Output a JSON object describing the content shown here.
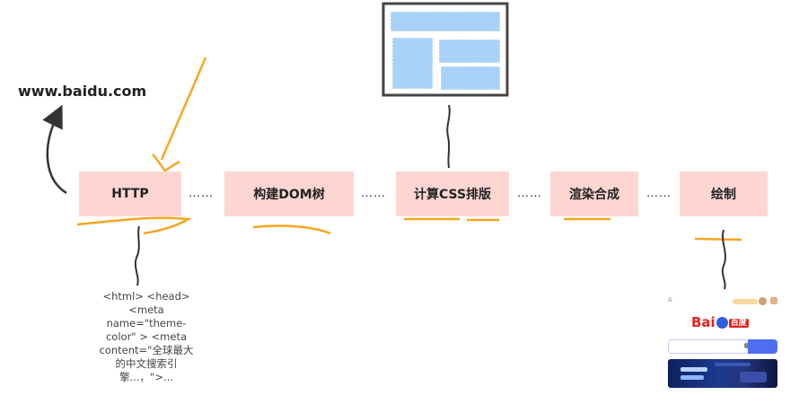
{
  "url_label": "www.baidu.com",
  "stages": {
    "http": "HTTP",
    "dom": "构建DOM树",
    "css": "计算CSS排版",
    "render": "渲染合成",
    "paint": "绘制"
  },
  "connector": "……",
  "html_snippet": "<html> <head>\n<meta\nname=\"theme-\ncolor\" > <meta\ncontent=\"全球最大\n的中文搜索引\n擎...，\">...",
  "thumbnail": {
    "logo_bai": "Bai",
    "logo_du": "百度",
    "colors": {
      "accent": "#e1251b",
      "button": "#4e6ef2",
      "stage_fill": "#fdd6d2",
      "annotation": "#f5a623"
    }
  }
}
